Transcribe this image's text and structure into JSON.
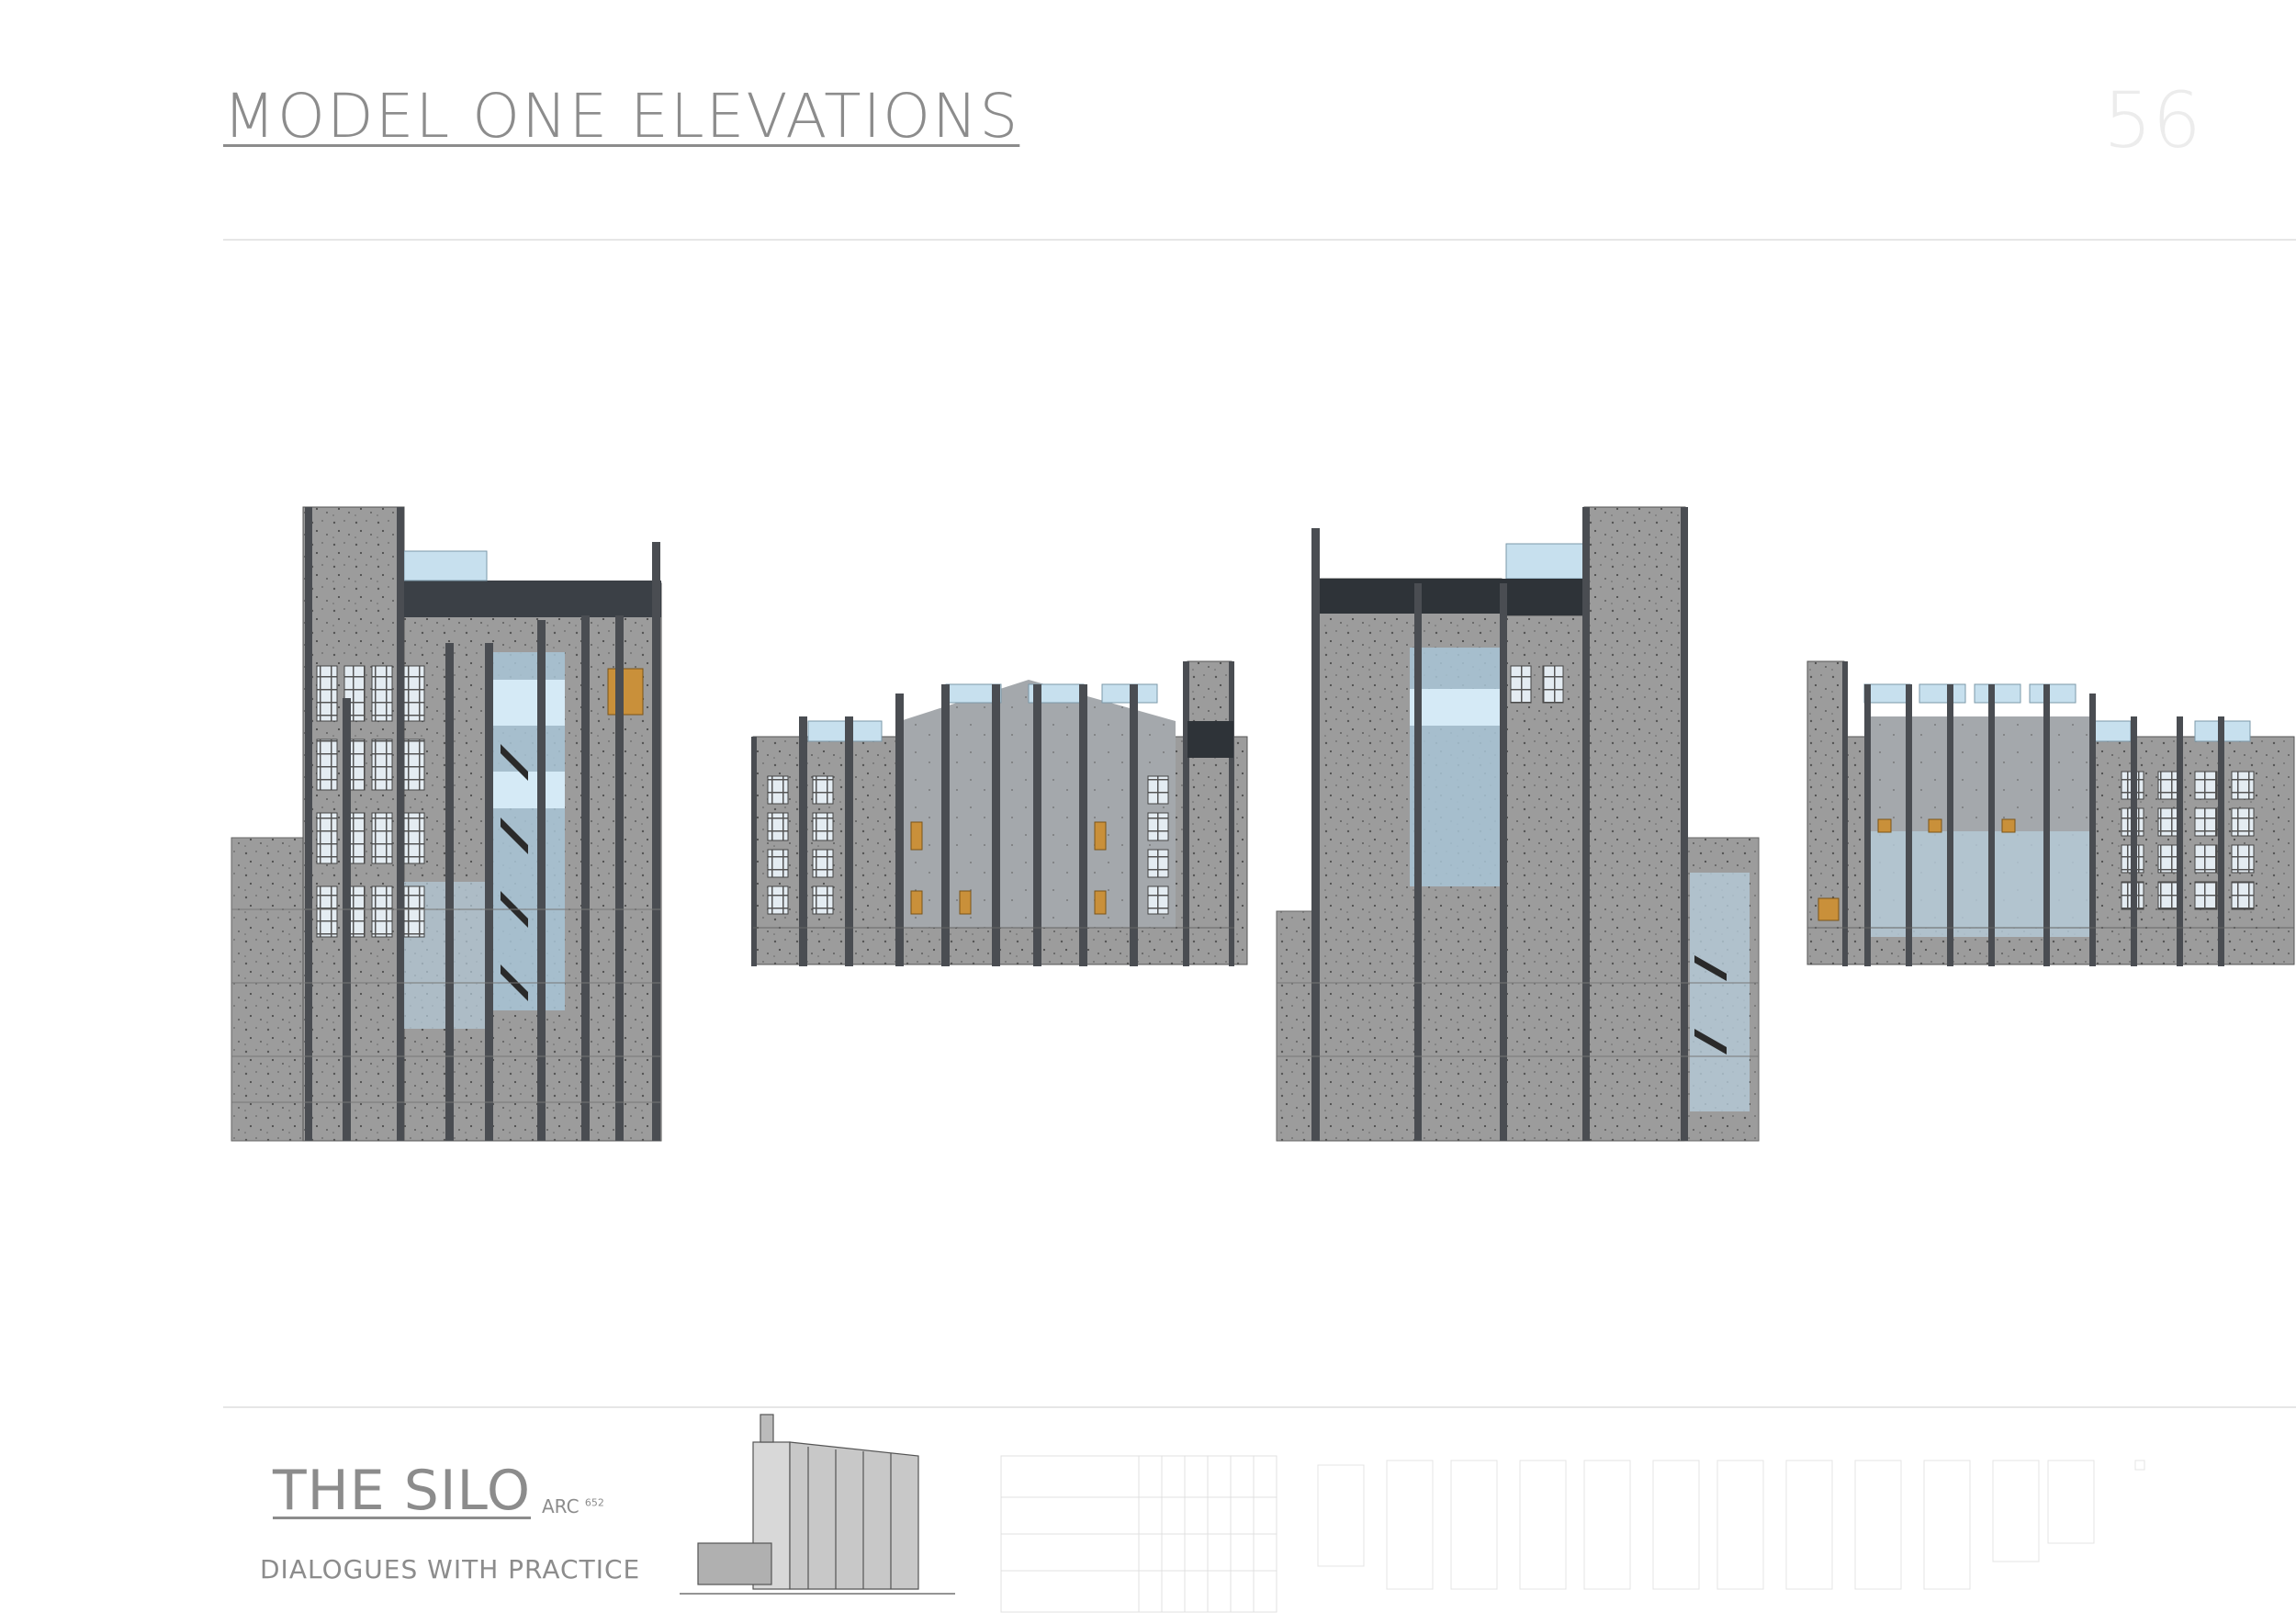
{
  "header": {
    "title": "MODEL ONE ELEVATIONS",
    "page_number": "56"
  },
  "footer": {
    "project_title": "THE SILO",
    "course_prefix": "ARC",
    "course_number": "652",
    "subtitle": "DIALOGUES WITH PRACTICE"
  },
  "colors": {
    "concrete": "#9a9a9a",
    "dark_column": "#4a4d52",
    "glass": "#bcd9ea",
    "roof_dark": "#2e3338",
    "door_amber": "#c9903a",
    "text_grey": "#8c8c8c"
  }
}
